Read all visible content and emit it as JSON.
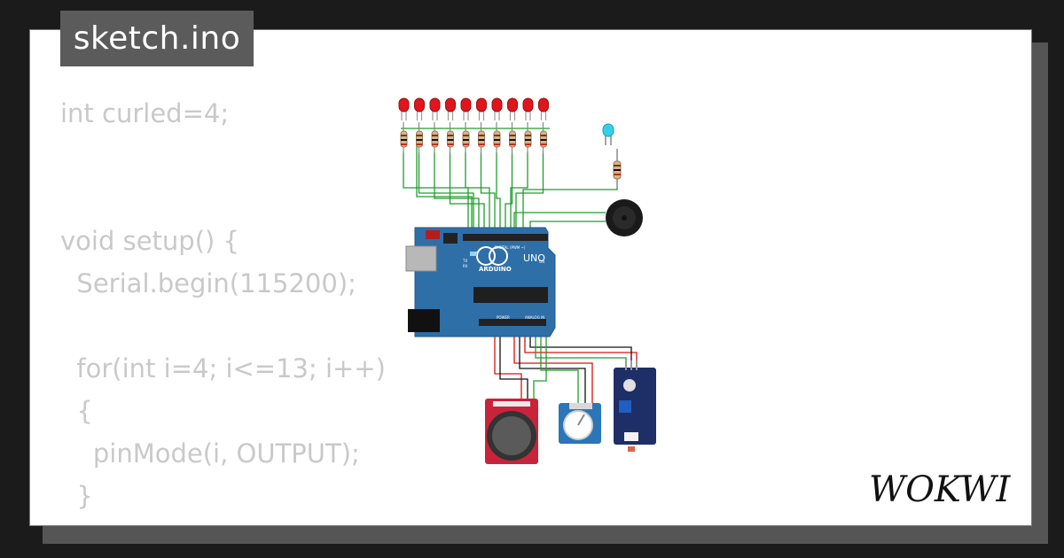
{
  "window": {
    "tab_label": "sketch.ino"
  },
  "code": {
    "lines": [
      "int curled=4;",
      "",
      "",
      "void setup() {",
      "  Serial.begin(115200);",
      "",
      "  for(int i=4; i<=13; i++)",
      "  {",
      "    pinMode(i, OUTPUT);",
      "  }"
    ]
  },
  "circuit": {
    "board_brand": "ARDUINO",
    "board_model": "UNO",
    "header_digital": "DIGITAL (PWM ~)",
    "header_power": "POWER",
    "header_analog": "ANALOG IN",
    "label_tx": "TX",
    "label_rx": "RX",
    "label_on": "ON",
    "led_count": 10,
    "led_color": "#e0161c",
    "extra_led_color": "#35d0e8",
    "wire_color": "#1f9e2c",
    "board_color": "#2f6fa8"
  },
  "brand": {
    "logo_text": "WOKWI"
  }
}
